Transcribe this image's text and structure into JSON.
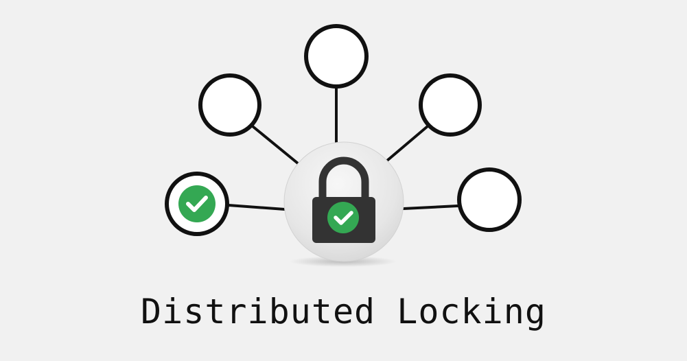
{
  "title": "Distributed Locking",
  "colors": {
    "background": "#f1f1f1",
    "stroke": "#111111",
    "node_fill": "#ffffff",
    "lock_body": "#333333",
    "check_green": "#34a853",
    "hub": "#e4e4e4"
  },
  "diagram": {
    "hub": {
      "icon": "padlock-icon",
      "locked_state": "acquired",
      "badge_icon": "check-icon"
    },
    "nodes": [
      {
        "id": "node-top",
        "state": "empty"
      },
      {
        "id": "node-upper-left",
        "state": "empty"
      },
      {
        "id": "node-upper-right",
        "state": "empty"
      },
      {
        "id": "node-left",
        "state": "holding-lock",
        "badge_icon": "check-icon"
      },
      {
        "id": "node-right",
        "state": "empty"
      }
    ]
  }
}
